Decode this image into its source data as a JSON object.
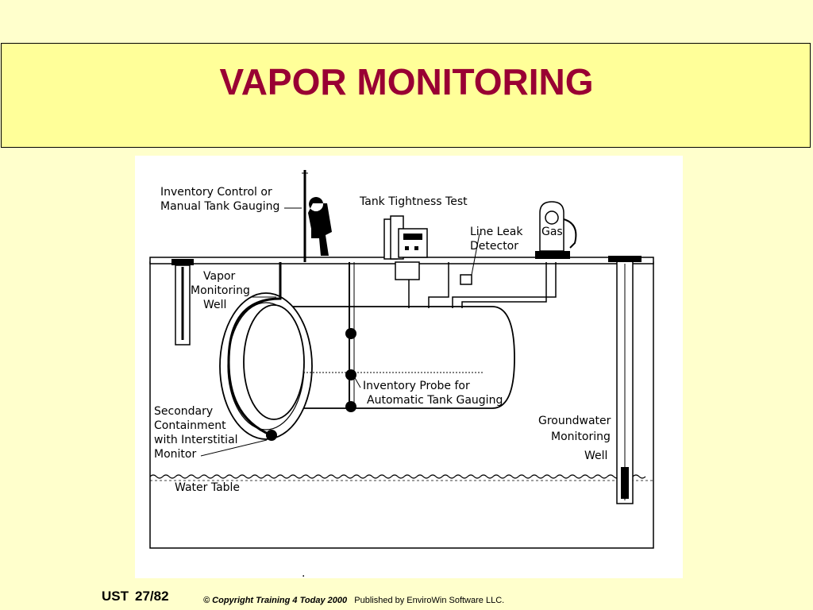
{
  "slide": {
    "title": "VAPOR MONITORING"
  },
  "diagram": {
    "labels": {
      "inventory_control_1": "Inventory Control or",
      "inventory_control_2": "Manual Tank Gauging",
      "tank_tightness": "Tank Tightness Test",
      "line_leak_1": "Line Leak",
      "line_leak_2": "Detector",
      "gas": "Gas",
      "vapor_well_1": "Vapor",
      "vapor_well_2": "Monitoring",
      "vapor_well_3": "Well",
      "probe_1": "Inventory Probe for",
      "probe_2": "Automatic Tank Gauging",
      "secondary_1": "Secondary",
      "secondary_2": "Containment",
      "secondary_3": "with Interstitial",
      "secondary_4": "Monitor",
      "groundwater_1": "Groundwater",
      "groundwater_2": "Monitoring",
      "groundwater_3": "Well",
      "water_table": "Water Table",
      "dot": "."
    }
  },
  "footer": {
    "course": "UST",
    "page": "27/82",
    "copyright": "© Copyright Training 4 Today 2000",
    "publisher": "Published by EnviroWin Software LLC."
  }
}
